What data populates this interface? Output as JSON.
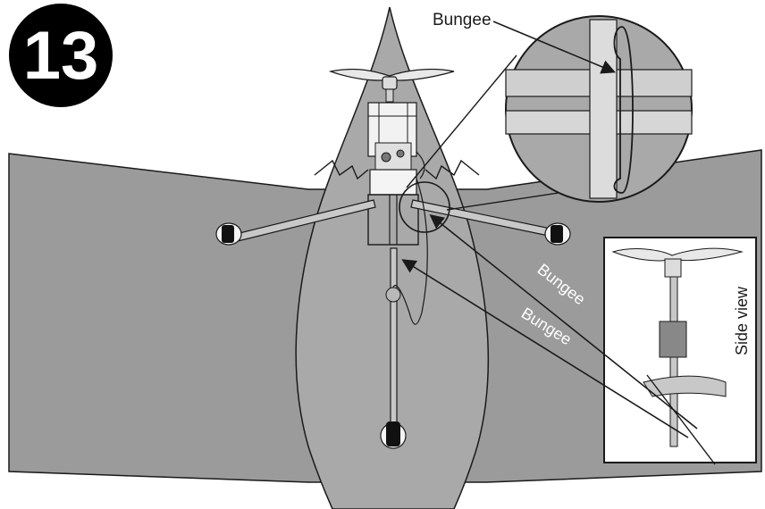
{
  "step": {
    "number": "13"
  },
  "labels": {
    "bungee_top": "Bungee",
    "bungee_arm": "Bungee",
    "bungee_lower": "Bungee",
    "side_view": "Side view"
  },
  "colors": {
    "wing": "#9b9b9b",
    "fuselage": "#a9a9a9",
    "outline": "#1a1a1a",
    "strut": "#c8c8c8",
    "badge": "#000000",
    "badge_text": "#ffffff",
    "label_dark": "#1a1a1a",
    "label_light": "#ffffff"
  }
}
